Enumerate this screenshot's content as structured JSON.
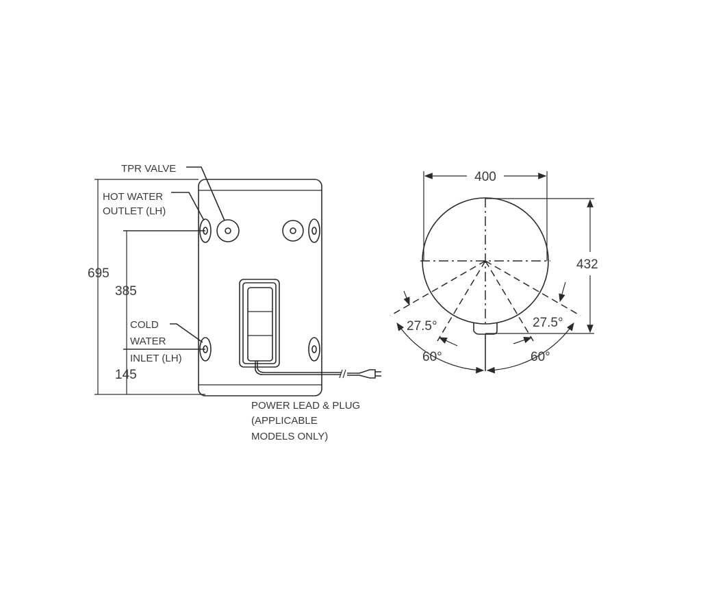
{
  "front_view": {
    "labels": {
      "tpr_valve": "TPR VALVE",
      "hot_water_1": "HOT WATER",
      "hot_water_2": "OUTLET (LH)",
      "cold_water_1": "COLD",
      "cold_water_2": "WATER",
      "cold_water_3": "INLET (LH)",
      "power_1": "POWER LEAD & PLUG",
      "power_2": "(APPLICABLE",
      "power_3": "MODELS ONLY)"
    },
    "dimensions": {
      "height": "695",
      "outlet_height": "385",
      "inlet_height": "145"
    }
  },
  "top_view": {
    "dimensions": {
      "diameter": "400",
      "depth": "432"
    },
    "angles": {
      "left_inner": "27.5°",
      "right_inner": "27.5°",
      "left_outer": "60°",
      "right_outer": "60°"
    }
  },
  "colors": {
    "line": "#2a2a2a",
    "text": "#3a3a3a"
  }
}
